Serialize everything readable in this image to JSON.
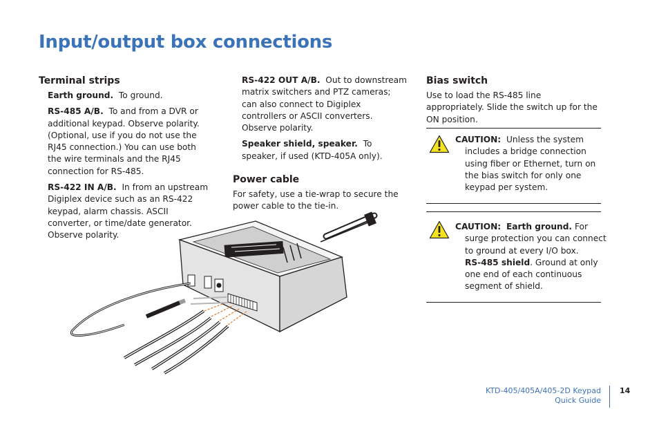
{
  "title": "Input/output box connections",
  "terminal_strips": {
    "heading": "Terminal strips",
    "earth": {
      "term": "Earth ground.",
      "text": "To ground."
    },
    "rs485": {
      "term": "RS-485 A/B.",
      "text": "To and from a DVR or additional keypad. Observe polarity. (Optional, use if you do not use the RJ45 connection.) You can use both the wire terminals and the RJ45 connection for RS-485."
    },
    "rs422_in": {
      "term": "RS-422 IN A/B.",
      "text": "In from an upstream Digiplex device such as an RS-422 keypad, alarm chassis. ASCII converter, or time/date generator. Observe polarity."
    },
    "rs422_out": {
      "term": "RS-422 OUT A/B.",
      "text": "Out to downstream matrix switchers and PTZ cameras; can also connect to Digiplex controllers or ASCII converters. Observe polarity."
    },
    "speaker": {
      "term": "Speaker shield, speaker.",
      "text": "To speaker, if used (KTD-405A only)."
    }
  },
  "power_cable": {
    "heading": "Power cable",
    "text": "For safety, use a tie-wrap to secure the power cable to the tie-in."
  },
  "bias_switch": {
    "heading": "Bias switch",
    "text": "Use to load the RS-485 line appropriately. Slide the switch up for the ON position."
  },
  "caution1": {
    "label": "CAUTION:",
    "text": "Unless the system includes a bridge connection using fiber or Ethernet, turn on the bias switch for only one keypad per system."
  },
  "caution2": {
    "label": "CAUTION:",
    "term": "Earth ground.",
    "text": "For surge protection you can connect to ground at every I/O box.",
    "term2": "RS-485 shield",
    "text2": ". Ground at only one end of each continuous segment of shield."
  },
  "footer": {
    "doc_line1": "KTD-405/405A/405-2D Keypad",
    "doc_line2": "Quick Guide",
    "page_number": "14"
  },
  "colors": {
    "accent": "#3b73b9",
    "warning": "#f5e31e",
    "text": "#231f20"
  },
  "icons": [
    "warning-triangle-icon"
  ]
}
